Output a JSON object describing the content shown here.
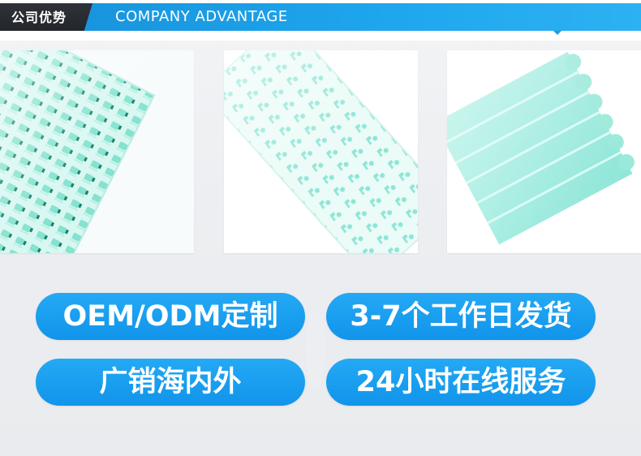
{
  "header": {
    "title_cn": "公司优势",
    "title_en": "COMPANY ADVANTAGE"
  },
  "colors": {
    "accent_blue": "#1690d9",
    "dark_header": "#2f3238",
    "button_blue": "#1e9be6",
    "product_green": "#9be9da"
  },
  "features": [
    "OEM/ODM定制",
    "3-7个工作日发货",
    "广销海内外",
    "24小时在线服务"
  ]
}
